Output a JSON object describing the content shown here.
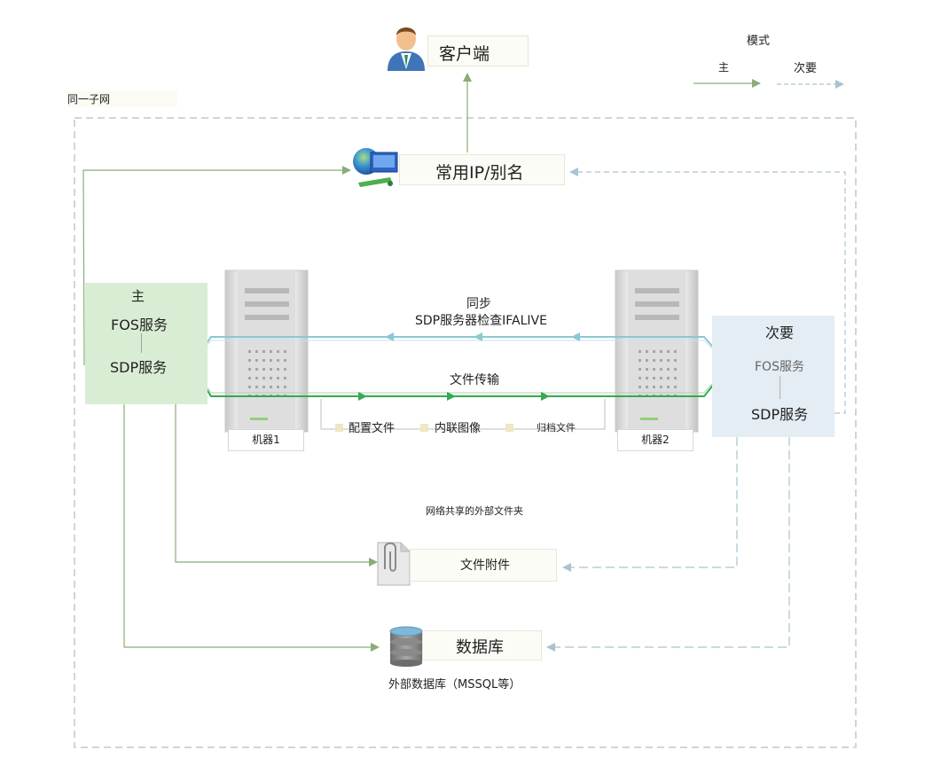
{
  "legend": {
    "title": "模式",
    "primary": "主",
    "secondary": "次要"
  },
  "subnet_label": "同一子网",
  "client": {
    "label": "客户端"
  },
  "common_ip": {
    "label": "常用IP/别名"
  },
  "primary": {
    "title": "主",
    "fos": "FOS服务",
    "sdp": "SDP服务"
  },
  "secondary": {
    "title": "次要",
    "fos": "FOS服务",
    "sdp": "SDP服务"
  },
  "machine1": {
    "label": "机器1"
  },
  "machine2": {
    "label": "机器2"
  },
  "sync": {
    "line1": "同步",
    "line2": "SDP服务器检查IFALIVE"
  },
  "transfer": {
    "label": "文件传输"
  },
  "file_types": {
    "config": "配置文件",
    "inline_images": "内联图像",
    "archive": "归档文件"
  },
  "share_caption": "网络共享的外部文件夹",
  "attachments": {
    "label": "文件附件"
  },
  "database": {
    "label": "数据库",
    "caption": "外部数据库（MSSQL等）"
  },
  "colors": {
    "primary_line": "#88ad76",
    "secondary_line": "#a9c3d0",
    "primary_panel": "#d9edd4",
    "secondary_panel": "#e4edf4",
    "transfer_green": "#34a853",
    "sync_blue": "#8cc7d6"
  }
}
